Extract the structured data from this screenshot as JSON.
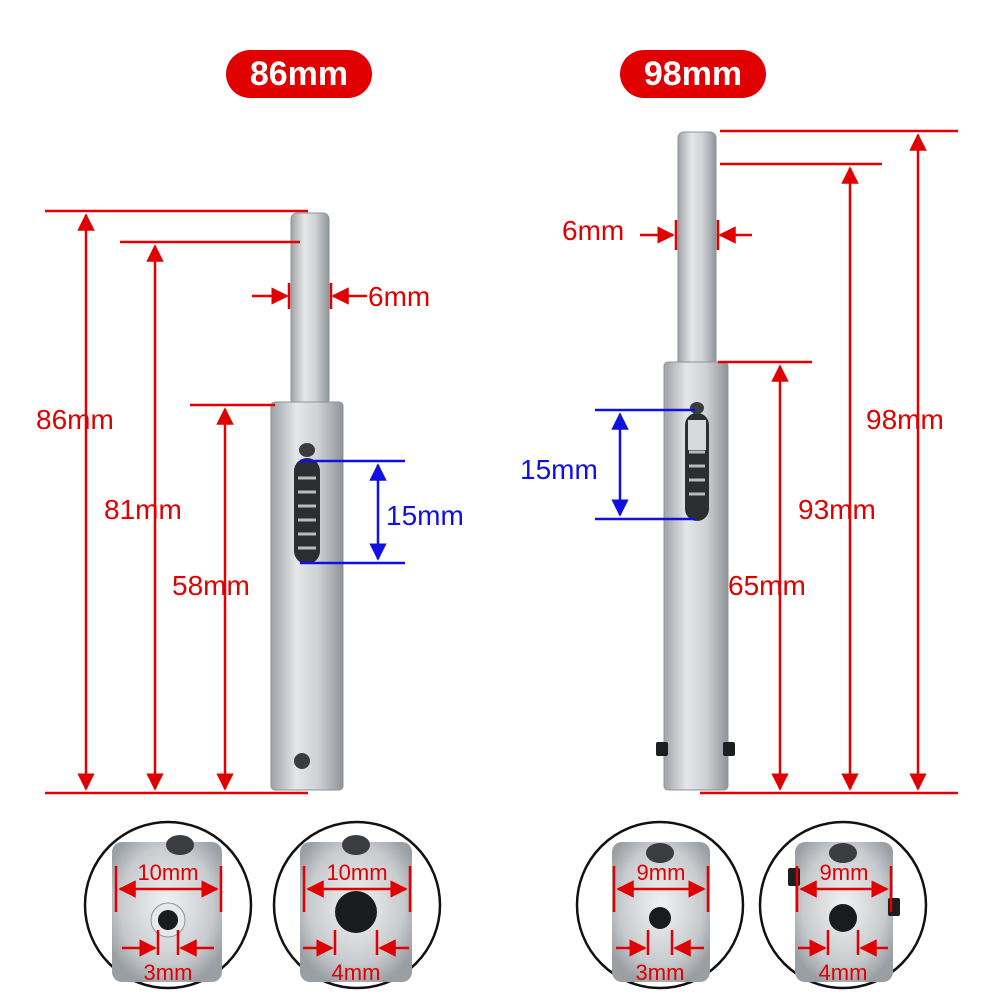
{
  "left_product": {
    "title": "86mm",
    "total_length": "86mm",
    "length_81": "81mm",
    "length_58": "58mm",
    "shaft_diameter": "6mm",
    "slot_length": "15mm",
    "detail_a": {
      "outer": "10mm",
      "inner": "3mm"
    },
    "detail_b": {
      "outer": "10mm",
      "inner": "4mm"
    }
  },
  "right_product": {
    "title": "98mm",
    "total_length": "98mm",
    "length_93": "93mm",
    "length_65": "65mm",
    "shaft_diameter": "6mm",
    "slot_length": "15mm",
    "detail_a": {
      "outer": "9mm",
      "inner": "3mm"
    },
    "detail_b": {
      "outer": "9mm",
      "inner": "4mm"
    }
  },
  "colors": {
    "dimension": "#e00000",
    "slot_dimension": "#1010e0",
    "metal": "#c9ccd0"
  }
}
